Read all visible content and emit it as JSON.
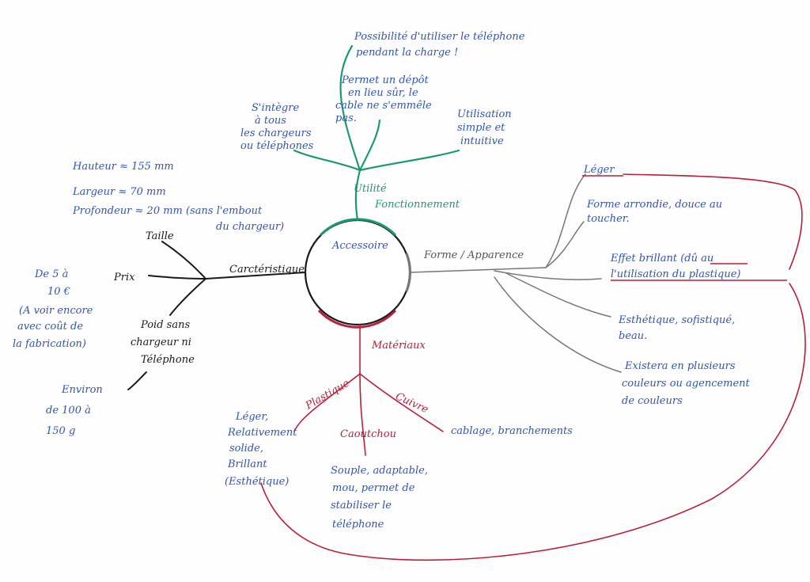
{
  "center": {
    "label": "Accessoire"
  },
  "branches": {
    "fonctionnement": {
      "label_1": "Utilité",
      "label_2": "Fonctionnement",
      "color": "#1e9a6a",
      "leaf_1": [
        "Possibilité d'utiliser le téléphone",
        "pendant la charge !"
      ],
      "leaf_2": [
        "Permet un dépôt",
        "en lieu sûr, le",
        "cable ne s'emmêle",
        "pas."
      ],
      "leaf_3": [
        "S'intègre",
        "à tous",
        "les chargeurs",
        "ou téléphones"
      ],
      "leaf_4": [
        "Utilisation",
        "simple et",
        "intuitive"
      ]
    },
    "caracteristique": {
      "label": "Carctéristique",
      "color": "#1a1a1a",
      "taille": "Taille",
      "dimensions": [
        "Hauteur ≈ 155 mm",
        "Largeur ≈ 70 mm",
        "Profondeur ≈ 20 mm (sans l'embout",
        "du chargeur)"
      ],
      "prix": "Prix",
      "prix_detail": [
        "De 5 à",
        "10 €",
        "(A voir encore",
        "avec coût de",
        "la fabrication)"
      ],
      "poids": [
        "Poid sans",
        "chargeur ni",
        "Téléphone"
      ],
      "poids_detail": [
        "Environ",
        "de 100 à",
        "150 g"
      ]
    },
    "forme": {
      "label": "Forme / Apparence",
      "color": "#777777",
      "leaf_1": "Léger",
      "leaf_2": [
        "Forme arrondie, douce au",
        "toucher."
      ],
      "leaf_3": [
        "Effet brillant (dû au",
        "l'utilisation du plastique)"
      ],
      "leaf_4": [
        "Esthétique, sofistiqué,",
        "beau."
      ],
      "leaf_5": [
        "Existera en plusieurs",
        "couleurs ou agencement",
        "de couleurs"
      ]
    },
    "materiaux": {
      "label": "Matériaux",
      "color": "#b8203a",
      "plastique": "Plastique",
      "plastique_detail": [
        "Léger,",
        "Relativement",
        "solide,",
        "Brillant",
        "(Esthétique)"
      ],
      "caoutchouc": "Caoutchou",
      "caoutchouc_detail": [
        "Souple, adaptable,",
        "mou, permet de",
        "stabiliser le",
        "téléphone"
      ],
      "cuivre": "Cuivre",
      "cuivre_detail": "cablage, branchements"
    }
  },
  "colors": {
    "ink_blue": "#2f56b4",
    "green": "#1e9a6a",
    "red": "#b8203a",
    "gray": "#777777",
    "black": "#1a1a1a"
  }
}
